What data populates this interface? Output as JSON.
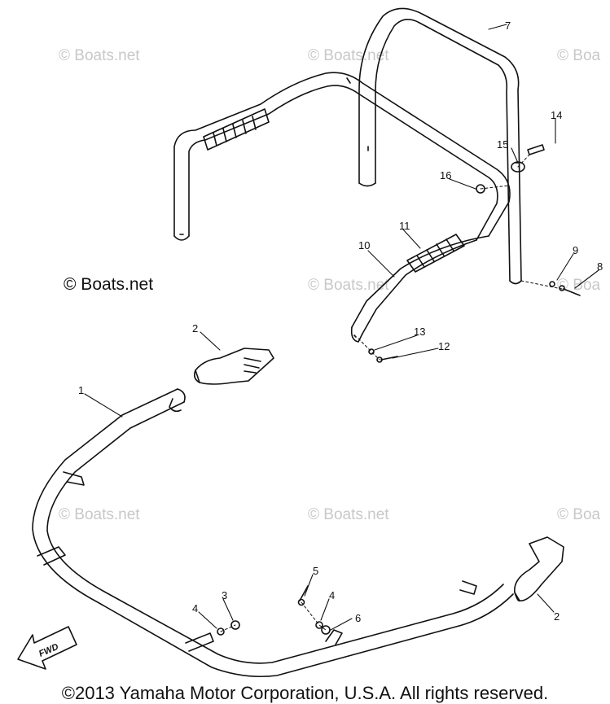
{
  "watermark_text": "© Boats.net",
  "watermark_text_partial": "© Boa",
  "brand_label": "© Boats.net",
  "copyright": "©2013 Yamaha Motor Corporation, U.S.A. All rights reserved.",
  "fwd_label": "FWD",
  "callouts": {
    "c1": "1",
    "c2a": "2",
    "c2b": "2",
    "c3": "3",
    "c4a": "4",
    "c4b": "4",
    "c5": "5",
    "c6": "6",
    "c7": "7",
    "c8": "8",
    "c9": "9",
    "c10": "10",
    "c11": "11",
    "c12": "12",
    "c13": "13",
    "c14": "14",
    "c15": "15",
    "c16": "16"
  },
  "colors": {
    "line": "#111111",
    "watermark": "#c8c8c8",
    "background": "#ffffff"
  }
}
